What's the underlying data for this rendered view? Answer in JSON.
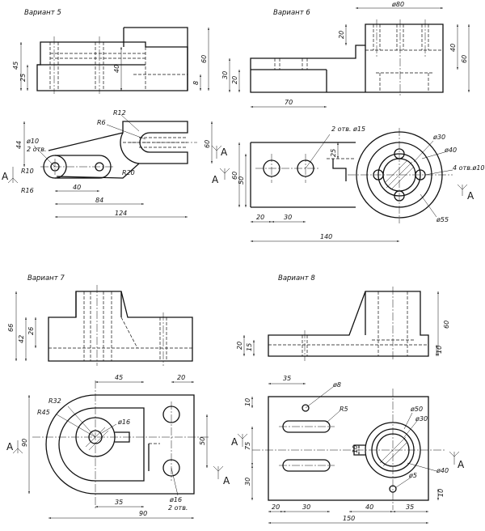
{
  "variants": [
    {
      "title": "Вариант 5",
      "dims": {
        "h45": "45",
        "h25": "25",
        "h40": "40",
        "h60": "60",
        "h8": "8",
        "r12": "R12",
        "r6": "R6",
        "d10": "ø10",
        "two_holes": "2 отв.",
        "h44": "44",
        "h60b": "60",
        "r10": "R10",
        "r16": "R16",
        "r20": "R20",
        "l40": "40",
        "l84": "84",
        "l124": "124"
      },
      "section": "A"
    },
    {
      "title": "Вариант 6",
      "dims": {
        "d80": "ø80",
        "h20": "20",
        "h40": "40",
        "h60": "60",
        "h30": "30",
        "h20b": "20",
        "l70": "70",
        "holes15": "2 отв. ø15",
        "h25": "25",
        "d30": "ø30",
        "d40": "ø40",
        "holes10": "4 отв.ø10",
        "h60b": "60",
        "h50": "50",
        "l20": "20",
        "l30": "30",
        "d55": "ø55",
        "l140": "140"
      },
      "section": "A"
    },
    {
      "title": "Вариант 7",
      "dims": {
        "h66": "66",
        "h42": "42",
        "h26": "26",
        "l45": "45",
        "l20": "20",
        "r32": "R32",
        "r45": "R45",
        "d16": "ø16",
        "h90": "90",
        "h50": "50",
        "d16b": "ø16",
        "two_holes": "2 отв.",
        "l35": "35",
        "l90": "90"
      },
      "section": "A"
    },
    {
      "title": "Вариант 8",
      "dims": {
        "h60": "60",
        "h20": "20",
        "h15": "15",
        "h10": "10",
        "l35": "35",
        "d8": "ø8",
        "h10b": "10",
        "r5": "R5",
        "d50": "ø50",
        "d30": "ø30",
        "h75": "75",
        "h10c": "10",
        "h30": "30",
        "d40": "ø40",
        "d5": "ø5",
        "h10d": "10",
        "l20": "20",
        "l30": "30",
        "l40": "40",
        "l35b": "35",
        "l150": "150"
      },
      "section": "A"
    }
  ]
}
